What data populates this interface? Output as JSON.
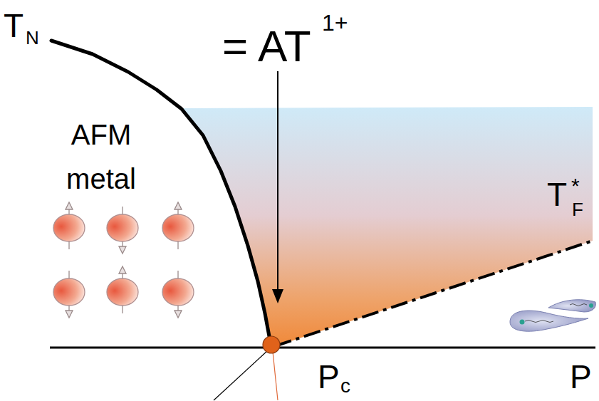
{
  "diagram": {
    "labels": [
      "T",
      "N",
      "= AT",
      "1+",
      "AFM metal",
      "T",
      "*",
      "F",
      "P",
      "c",
      "P"
    ]
  }
}
